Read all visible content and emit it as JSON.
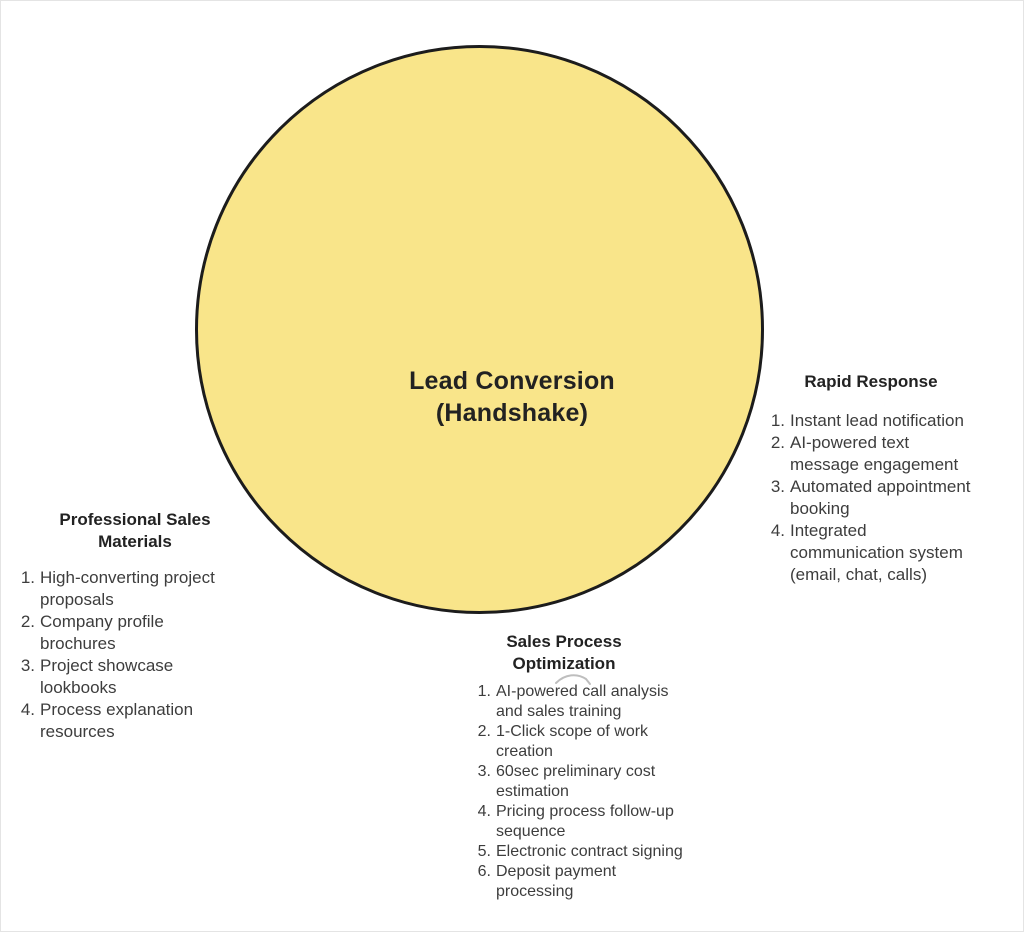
{
  "diagram": {
    "circle": {
      "label": "Lead Conversion\n(Handshake)",
      "fill_color": "#f9e58a",
      "stroke_color": "#1c1c1c"
    },
    "sections": {
      "professional_sales_materials": {
        "title": "Professional Sales\nMaterials",
        "items": [
          "High-converting project\nproposals",
          "Company profile\nbrochures",
          "Project showcase\nlookbooks",
          "Process explanation\nresources"
        ]
      },
      "rapid_response": {
        "title": "Rapid Response",
        "items": [
          "Instant lead notification",
          "AI-powered text\nmessage engagement",
          "Automated appointment\nbooking",
          "Integrated\ncommunication system\n(email, chat, calls)"
        ]
      },
      "sales_process_optimization": {
        "title": "Sales Process\nOptimization",
        "items": [
          "AI-powered call analysis\nand sales training",
          "1-Click scope of work\ncreation",
          "60sec preliminary cost\nestimation",
          "Pricing process follow-up\nsequence",
          "Electronic contract signing",
          "Deposit payment\nprocessing"
        ]
      }
    },
    "colors": {
      "background": "#ffffff",
      "title_text": "#222222",
      "body_text": "#3d3d3d"
    }
  }
}
